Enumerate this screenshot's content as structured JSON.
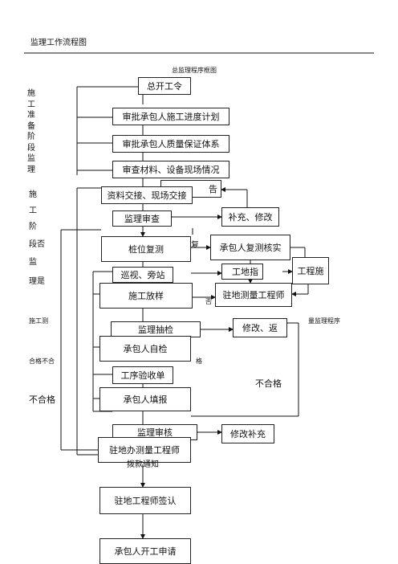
{
  "header": {
    "title": "监理工作流程图",
    "subtitle": "总监理程序框图"
  },
  "left_labels": {
    "prep_stage": "施工准备阶段监理",
    "construction_a": "施",
    "construction_b": "工",
    "construction_c": "阶",
    "stage_no": "段否",
    "supervise": "监",
    "manage_yes": "理是",
    "survey_left": "施工测",
    "survey_right": "量监理程序",
    "unqualified_small": "合格不合",
    "unqualified_small_tail": "格",
    "unqualified_large": "不合格",
    "unqualified_right": "不合格",
    "fragment_fu": "复",
    "fragment_fou": "否"
  },
  "boxes": {
    "start_order": "总开工令",
    "approve_schedule": "审批承包人施工进度计划",
    "approve_quality": "审批承包人质量保证体系",
    "review_materials": "审查材料、设备现场情况",
    "handover_behind": "告",
    "handover": "资料交接、现场交接",
    "supervisor_review": "监理审查",
    "supplement_modify": "补充、修改",
    "pile_check": "桩位复测",
    "contractor_recheck": "承包人复测核实",
    "site_ins": "工地指",
    "construction_partial": "工程施",
    "patrol": "巡视、旁站",
    "layout": "施工放样",
    "site_surveyor": "驻地测量工程师",
    "sampling": "监理抽检",
    "modify_return": "修改、返",
    "self_check": "承包人自检",
    "acceptance_form": "工序验收单",
    "fill_report": "承包人填报",
    "supervisor_audit": "监理审核",
    "modify_supplement": "修改补充",
    "resident_surveyor": "驻地办测量工程师",
    "notice_fragment": "拨款通知",
    "resident_sign": "驻地工程师签认",
    "start_application": "承包人开工申请"
  }
}
